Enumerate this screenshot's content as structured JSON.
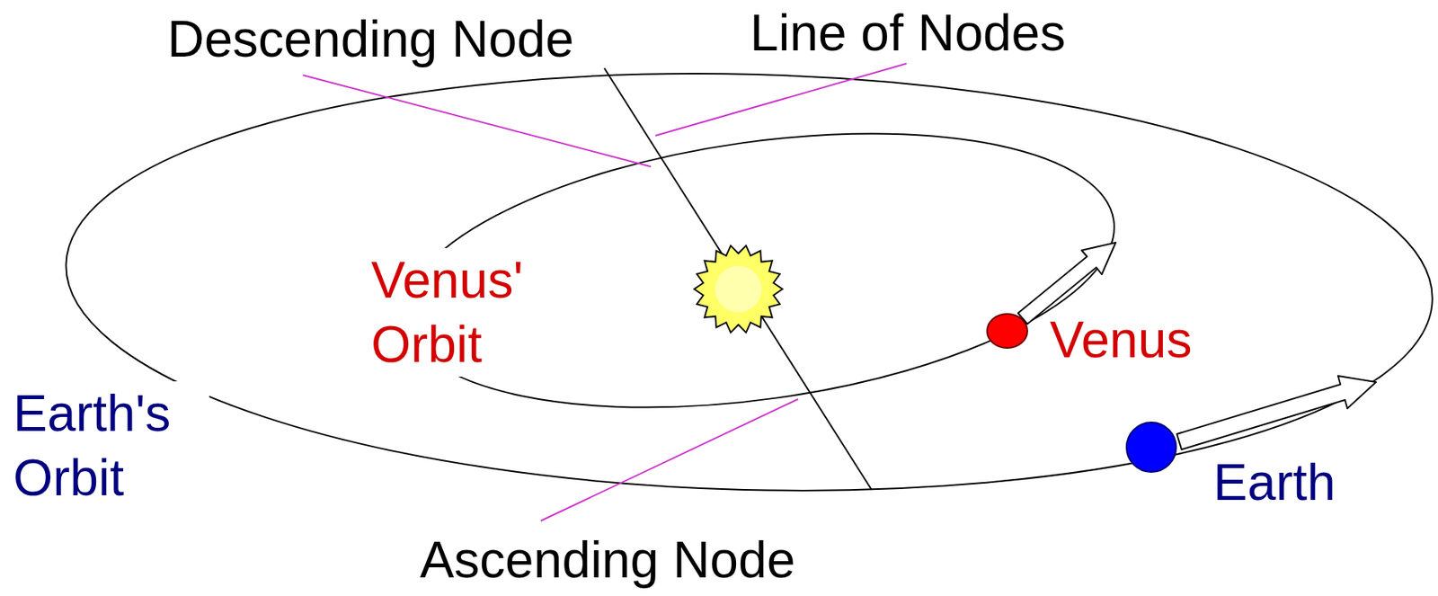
{
  "diagram": {
    "labels": [
      "Descending Node",
      "Line of Nodes",
      "Venus' Orbit",
      "Venus",
      "Earth's Orbit",
      "Earth",
      "Ascending Node"
    ]
  }
}
